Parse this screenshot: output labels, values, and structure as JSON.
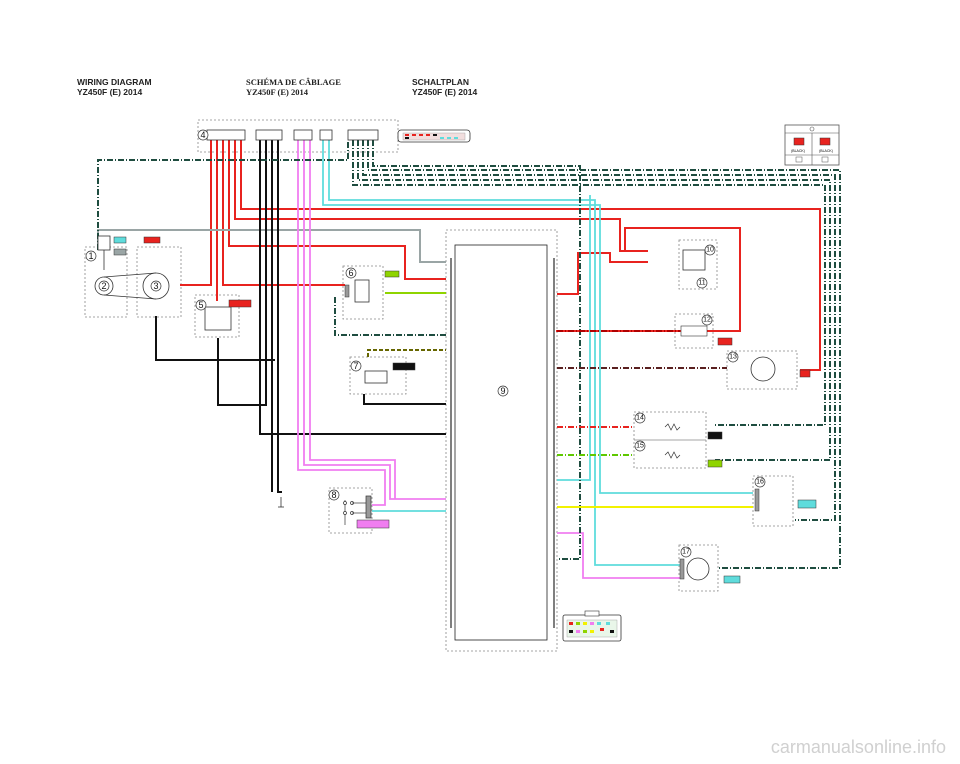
{
  "header": {
    "en_title": "WIRING DIAGRAM",
    "en_model": "YZ450F (E) 2014",
    "fr_title": "SCHÉMA DE CÂBLAGE",
    "fr_model": "YZ450F (E) 2014",
    "de_title": "SCHALTPLAN",
    "de_model": "YZ450F (E) 2014"
  },
  "component_numbers": [
    "1",
    "2",
    "3",
    "4",
    "5",
    "6",
    "7",
    "8",
    "9",
    "10",
    "11",
    "12",
    "13",
    "14",
    "15",
    "16",
    "17"
  ],
  "legend_labels": [
    "(BLACK)",
    "(BLACK)"
  ],
  "watermark": "carmanualsonline.info",
  "colors": {
    "red": "#e8231f",
    "black": "#111111",
    "green_line": "#8fd400",
    "yellow": "#f2f200",
    "pink": "#f07ef0",
    "cyan": "#5fdcdc",
    "gray": "#9aa5a5",
    "dark_teal": "#1f4d40",
    "outline_gray": "#888888"
  }
}
